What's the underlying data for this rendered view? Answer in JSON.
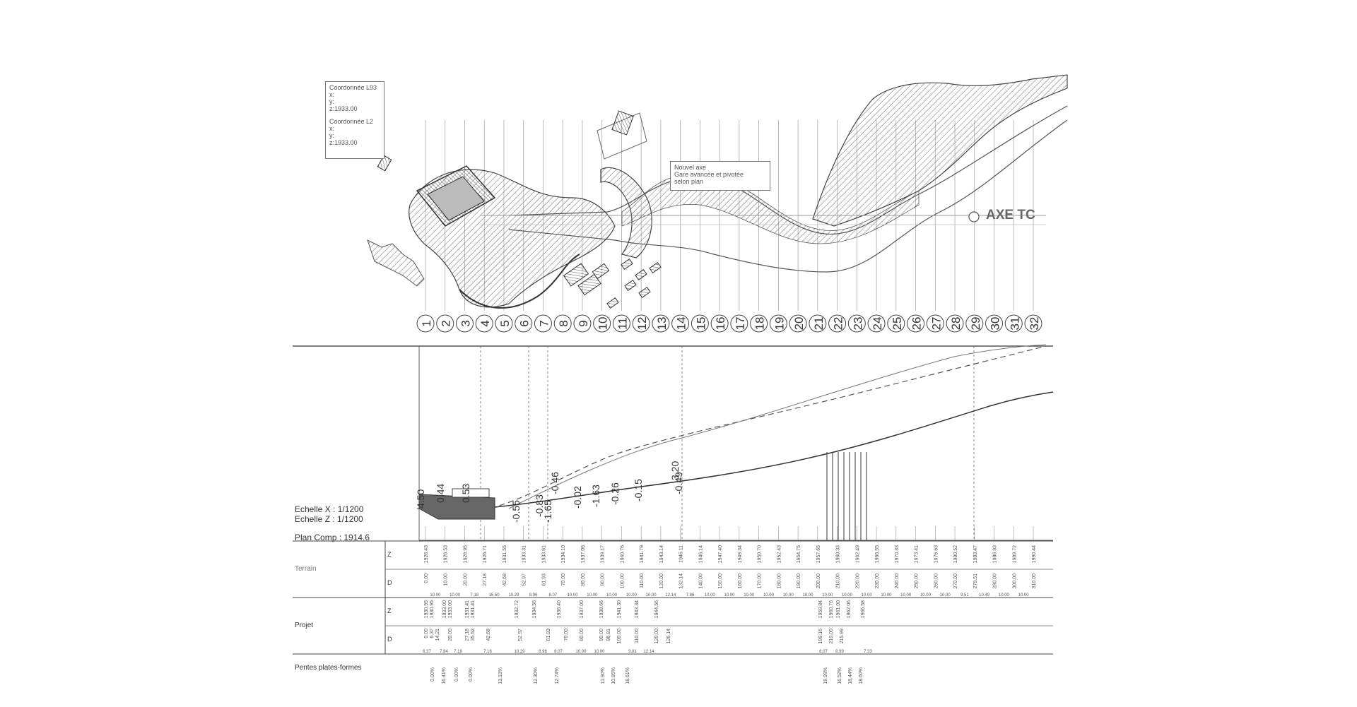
{
  "coord_box": {
    "lines": [
      "Coordonnée L93",
      "x:",
      "y:",
      "z:1933.00",
      "",
      "Coordonnée L2",
      "x:",
      "y:",
      "z:1933.00"
    ]
  },
  "note_box": {
    "lines": [
      "Nouvel axe",
      "Gare avancée et pivotée",
      "selon plan"
    ]
  },
  "axis_label": "AXE TC",
  "profile_numbers": [
    "1",
    "2",
    "3",
    "4",
    "5",
    "6",
    "7",
    "8",
    "9",
    "10",
    "11",
    "12",
    "13",
    "14",
    "15",
    "16",
    "17",
    "18",
    "19",
    "20",
    "21",
    "22",
    "23",
    "24",
    "25",
    "26",
    "27",
    "28",
    "29",
    "30",
    "31",
    "32"
  ],
  "scale": {
    "x": "Echelle X : 1/1200",
    "z": "Echelle Z : 1/1200",
    "plan_comp": "Plan Comp : 1914.6"
  },
  "table": {
    "terrain_label": "Terrain",
    "projet_label": "Projet",
    "pentes_label": "Pentes plates-formes",
    "z_label": "Z",
    "d_label": "D",
    "terrain_z": [
      "1926.43",
      "1926.53",
      "1926.95",
      "1926.71",
      "1931.55",
      "1933.31",
      "1933.61",
      "1934.10",
      "1937.06",
      "1939.17",
      "1940.76",
      "1941.79",
      "1943.14",
      "1945.11",
      "1946.14",
      "1947.40",
      "1949.34",
      "1950.70",
      "1952.43",
      "1954.75",
      "1957.65",
      "1960.33",
      "1962.49",
      "1966.55",
      "1970.33",
      "1973.41",
      "1976.63",
      "1980.52",
      "1983.47",
      "1986.93",
      "1989.72",
      "1990.44"
    ],
    "terrain_d": [
      "0.00",
      "10.00",
      "20.00",
      "27.18",
      "42.68",
      "52.97",
      "61.93",
      "70.00",
      "80.00",
      "90.00",
      "100.00",
      "110.00",
      "120.00",
      "132.14",
      "140.00",
      "150.00",
      "160.00",
      "170.00",
      "180.00",
      "190.00",
      "200.00",
      "210.00",
      "220.00",
      "230.00",
      "240.00",
      "250.00",
      "260.00",
      "270.00",
      "279.51",
      "290.00",
      "300.00",
      "310.00"
    ],
    "projet_z": [
      "1930.95",
      "1930.95",
      "1933.00",
      "1933.00",
      "1931.41",
      "1931.41",
      "1932.72",
      "1934.56",
      "1936.40",
      "1937.00",
      "1938.66",
      "1941.30",
      "1943.34",
      "1944.56",
      "1959.84",
      "1960.76",
      "1961.00",
      "1962.06",
      "1966.58"
    ],
    "projet_d": [
      "0.00",
      "6.37",
      "14.21",
      "20.00",
      "27.18",
      "35.52",
      "42.68",
      "52.97",
      "61.93",
      "70.00",
      "80.00",
      "90.00",
      "96.81",
      "100.00",
      "110.00",
      "120.00",
      "126.14",
      "199.16",
      "210.00",
      "215.99"
    ],
    "projet_spacing": [
      "6.37",
      "7.84",
      "7.18",
      "7.16",
      "10.29",
      "8.96",
      "8.07",
      "10.00",
      "10.00",
      "9.81",
      "12.14",
      "8.07",
      "8.99",
      "7.33"
    ],
    "terrain_spacing": [
      "10.00",
      "10.00",
      "7.18",
      "15.50",
      "10.29",
      "8.96",
      "8.07",
      "10.00",
      "10.00",
      "10.00",
      "10.00",
      "10.00",
      "12.14",
      "7.86",
      "10.00",
      "10.00",
      "10.00",
      "10.00",
      "10.00",
      "10.00",
      "10.00",
      "10.00",
      "10.00",
      "10.00",
      "10.00",
      "10.00",
      "10.00",
      "9.51",
      "10.49",
      "10.00",
      "10.00"
    ],
    "pentes": [
      "0.00%",
      "16.41%",
      "0.00%",
      "0.00%",
      "13.13%",
      "12.30%",
      "12.74%",
      "11.90%",
      "10.95%",
      "18.61%",
      "19.99%",
      "16.52%",
      "18.44%",
      "18.60%"
    ]
  },
  "profile_height_labels": [
    "4.50",
    "0.44",
    "0.53",
    "-0.55",
    "-1.65",
    "-0.83",
    "-0.46",
    "-0.02",
    "-1.63",
    "-0.26",
    "-0.15",
    "-0.49",
    "3.20"
  ],
  "colors": {
    "line": "#555555",
    "hatch": "#777777",
    "light": "#bbbbbb"
  }
}
